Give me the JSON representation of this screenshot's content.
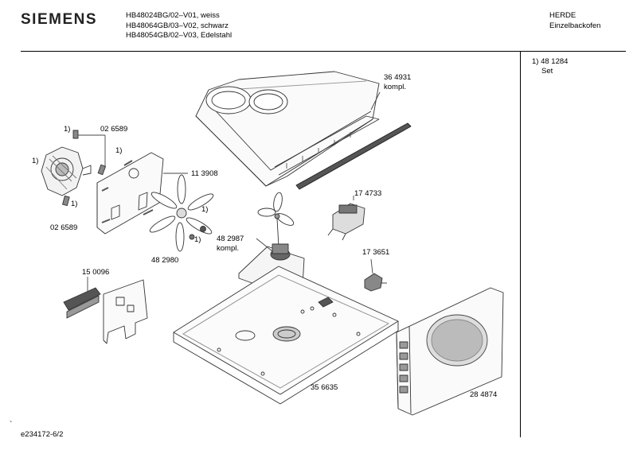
{
  "header": {
    "brand": "SIEMENS",
    "models": [
      "HB48024BG/02–V01, weiss",
      "HB48064GB/03–V02, schwarz",
      "HB48054GB/02–V03, Edelstahl"
    ],
    "category": [
      "HERDE",
      "Einzelbackofen"
    ]
  },
  "note": {
    "line1": "1) 48 1284",
    "line2": "Set"
  },
  "parts": {
    "p364931": [
      "36 4931",
      "kompl."
    ],
    "p026589a": "02 6589",
    "p113908": "11 3908",
    "p174733": "17 4733",
    "p026589b": "02 6589",
    "p482987": [
      "48 2987",
      "kompl."
    ],
    "p482980": "48 2980",
    "p150096": "15 0096",
    "p173651": "17 3651",
    "p356635": "35 6635",
    "p284874": "28 4874"
  },
  "footnote_mark": "1)",
  "footer": {
    "doc_id": "e234172-6/2",
    "tick": "`"
  }
}
